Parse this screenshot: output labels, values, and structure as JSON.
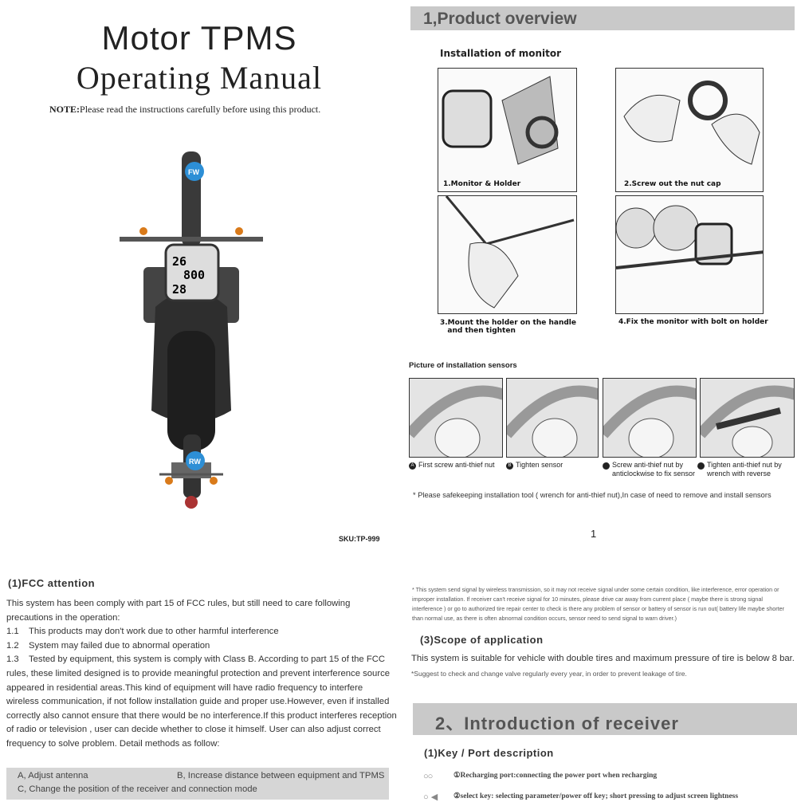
{
  "cover": {
    "title": "Motor TPMS",
    "subtitle": "Operating Manual",
    "note_label": "NOTE:",
    "note_text": "Please read the instructions carefully before using this product.",
    "badge_front": "FW",
    "badge_rear": "RW",
    "display_line1": "26",
    "display_line2": "800",
    "display_line3": "28",
    "sku": "SKU:TP-999"
  },
  "overview": {
    "header": "1,Product overview",
    "install_title": "Installation of monitor",
    "steps": [
      "1.Monitor & Holder",
      "2.Screw out the nut cap",
      "3.Mount the holder on the handle\n   and then tighten",
      "4.Fix the monitor with bolt on holder"
    ],
    "sensors_title": "Picture of installation sensors",
    "sensor_steps": [
      {
        "letter": "A",
        "text": "First screw anti-thief nut"
      },
      {
        "letter": "B",
        "text": "Tighten sensor"
      },
      {
        "letter": "C",
        "text": "Screw anti-thief nut by anticlockwise to fix sensor"
      },
      {
        "letter": "D",
        "text": "Tighten anti-thief nut by wrench with reverse"
      }
    ],
    "tool_note": "*  Please safekeeping installation tool ( wrench for anti-thief nut),In case of need to remove and install sensors",
    "page_number": "1"
  },
  "fcc": {
    "heading": "(1)FCC attention",
    "intro": "This system has been comply with part 15 of FCC rules, but still need to care following precautions in the operation:",
    "items": [
      {
        "num": "1.1",
        "text": "This products may don't work due to other harmful interference"
      },
      {
        "num": "1.2",
        "text": "System may failed due to abnormal operation"
      },
      {
        "num": "1.3",
        "text": "Tested by equipment, this system is comply with Class B. According to part 15 of the FCC rules, these limited designed is to provide meaningful protection and prevent interference source appeared in residential areas.This kind of equipment will have radio frequency to interfere wireless communication, if not follow  installation guide and proper use.However, even if installed correctly also cannot ensure that there would be no interference.If this product interferes reception of radio or television , user can decide whether to close it himself. User can also adjust correct frequency to solve problem. Detail methods as follow:"
      }
    ],
    "methods": {
      "a": "A, Adjust antenna",
      "b": "B, Increase distance between equipment and TPMS",
      "c": "C, Change the position of the receiver and connection mode"
    }
  },
  "scope": {
    "footnote": "* This system send signal by wireless transmission, so it may not receive signal under some certain condition, like interference, error operation or improper installation. If receiver can't receive signal for 10 minutes, please drive car away from current place ( maybe there is strong signal interference ) or go to authorized tire repair center to check is there any problem of sensor or battery of sensor is run out( battery life maybe shorter than normal use, as there is often abnormal condition occurs, sensor need to send signal to warn driver.)",
    "heading": "(3)Scope of application",
    "text": "This system is suitable for vehicle with double tires and maximum pressure of tire is below 8 bar.",
    "suggest": "*Suggest to check and change valve regularly every year, in order to prevent leakage of tire."
  },
  "receiver": {
    "header": "2、Introduction of receiver",
    "key_heading": "(1)Key / Port description",
    "keys": [
      "①Recharging port:connecting the power port when recharging",
      "②select key: selecting parameter/power off key; short pressing to adjust screen lightness"
    ]
  }
}
